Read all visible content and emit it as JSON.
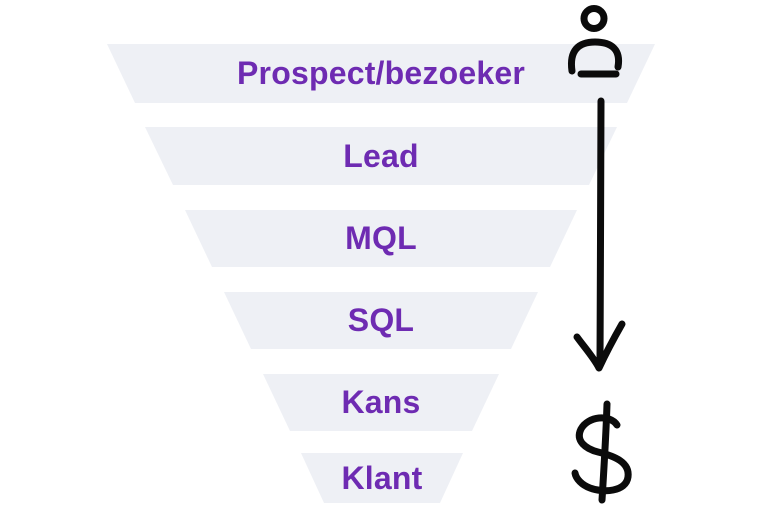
{
  "funnel": {
    "stages": [
      {
        "label": "Prospect/bezoeker"
      },
      {
        "label": "Lead"
      },
      {
        "label": "MQL"
      },
      {
        "label": "SQL"
      },
      {
        "label": "Kans"
      },
      {
        "label": "Klant"
      }
    ],
    "icons": {
      "top": "person-icon",
      "flow": "arrow-down-icon",
      "bottom": "dollar-icon"
    },
    "colors": {
      "stage_fill": "#eef0f5",
      "label": "#6e2bb2",
      "ink": "#0b0b0b",
      "background": "#ffffff"
    }
  }
}
